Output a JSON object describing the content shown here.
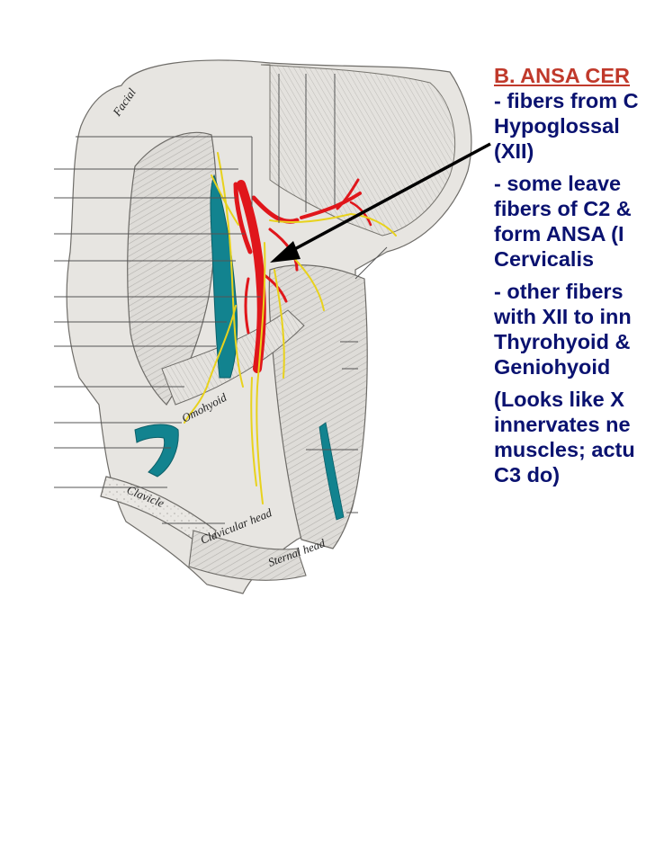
{
  "slide": {
    "title": "B. ANSA CER",
    "paragraphs": [
      {
        "lines": [
          "- fibers from C",
          "Hypoglossal",
          "(XII)"
        ]
      },
      {
        "lines": [
          "- some leave",
          "fibers of C2 &",
          "form ANSA (I",
          "Cervicalis"
        ]
      },
      {
        "lines": [
          "- other fibers",
          "with XII to inn",
          "Thyrohyoid &",
          "Geniohyoid"
        ]
      },
      {
        "lines": [
          "(Looks like X",
          "innervates ne",
          "muscles; actu",
          "C3 do)"
        ]
      }
    ]
  },
  "figure": {
    "labels": {
      "omohyoid": "Omohyoid",
      "clavicle": "Clavicle",
      "clavicular_head": "Clavicular head",
      "sternal_head": "Sternal head",
      "facial": "Facial"
    }
  },
  "colors": {
    "title": "#c0392b",
    "body_text": "#0a1270",
    "artery": "#e0161b",
    "nerve": "#e8d21c",
    "vein": "#12838f",
    "muscle": "#d9d9d6",
    "arrow": "#000000"
  }
}
